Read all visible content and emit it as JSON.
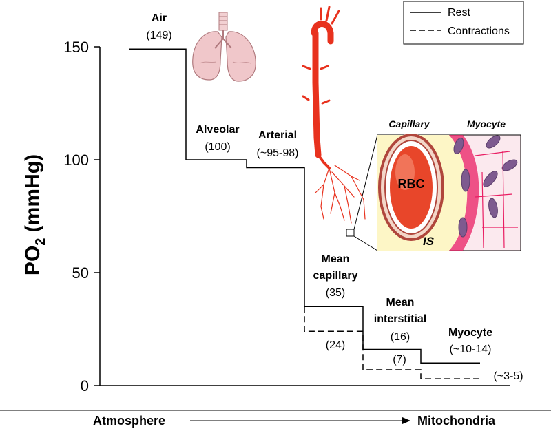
{
  "chart_data": {
    "type": "line",
    "title": "",
    "xlabel": "",
    "ylabel": "PO",
    "ylabel_subscript": "2",
    "ylabel_unit": " (mmHg)",
    "ylim": [
      0,
      150
    ],
    "yticks": [
      0,
      50,
      100,
      150
    ],
    "stages": [
      "Air",
      "Alveolar",
      "Arterial",
      "Mean capillary",
      "Mean interstitial",
      "Myocyte"
    ],
    "series": [
      {
        "name": "Rest",
        "style": "solid",
        "values": [
          149,
          100,
          96.5,
          35,
          16,
          10
        ]
      },
      {
        "name": "Contractions",
        "style": "dashed",
        "values": [
          null,
          null,
          null,
          24,
          7,
          3
        ]
      }
    ],
    "legend": {
      "position": "top-right",
      "entries": [
        "Rest",
        "Contractions"
      ]
    },
    "grid": false,
    "stage_labels": [
      {
        "name_lines": [
          "Air"
        ],
        "value": "(149)"
      },
      {
        "name_lines": [
          "Alveolar"
        ],
        "value": "(100)"
      },
      {
        "name_lines": [
          "Arterial"
        ],
        "value": "(~95-98)"
      },
      {
        "name_lines": [
          "Mean",
          "capillary"
        ],
        "value": "(35)"
      },
      {
        "name_lines": [
          "Mean",
          "interstitial"
        ],
        "value": "(16)"
      },
      {
        "name_lines": [
          "Myocyte"
        ],
        "value": "(~10-14)"
      }
    ],
    "contraction_labels": [
      "(24)",
      "(7)",
      "(~3-5)"
    ],
    "inset": {
      "capillary": "Capillary",
      "myocyte": "Myocyte",
      "rbc": "RBC",
      "is": "IS"
    },
    "axis_bottom": {
      "left": "Atmosphere",
      "right": "Mitochondria"
    }
  },
  "colors": {
    "line": "#000000",
    "artery": "#e8321e",
    "lung": "#e6a9ad",
    "rbc": "#e8462a",
    "myocyte_band": "#e91e63",
    "mito": "#7e5a8f"
  }
}
